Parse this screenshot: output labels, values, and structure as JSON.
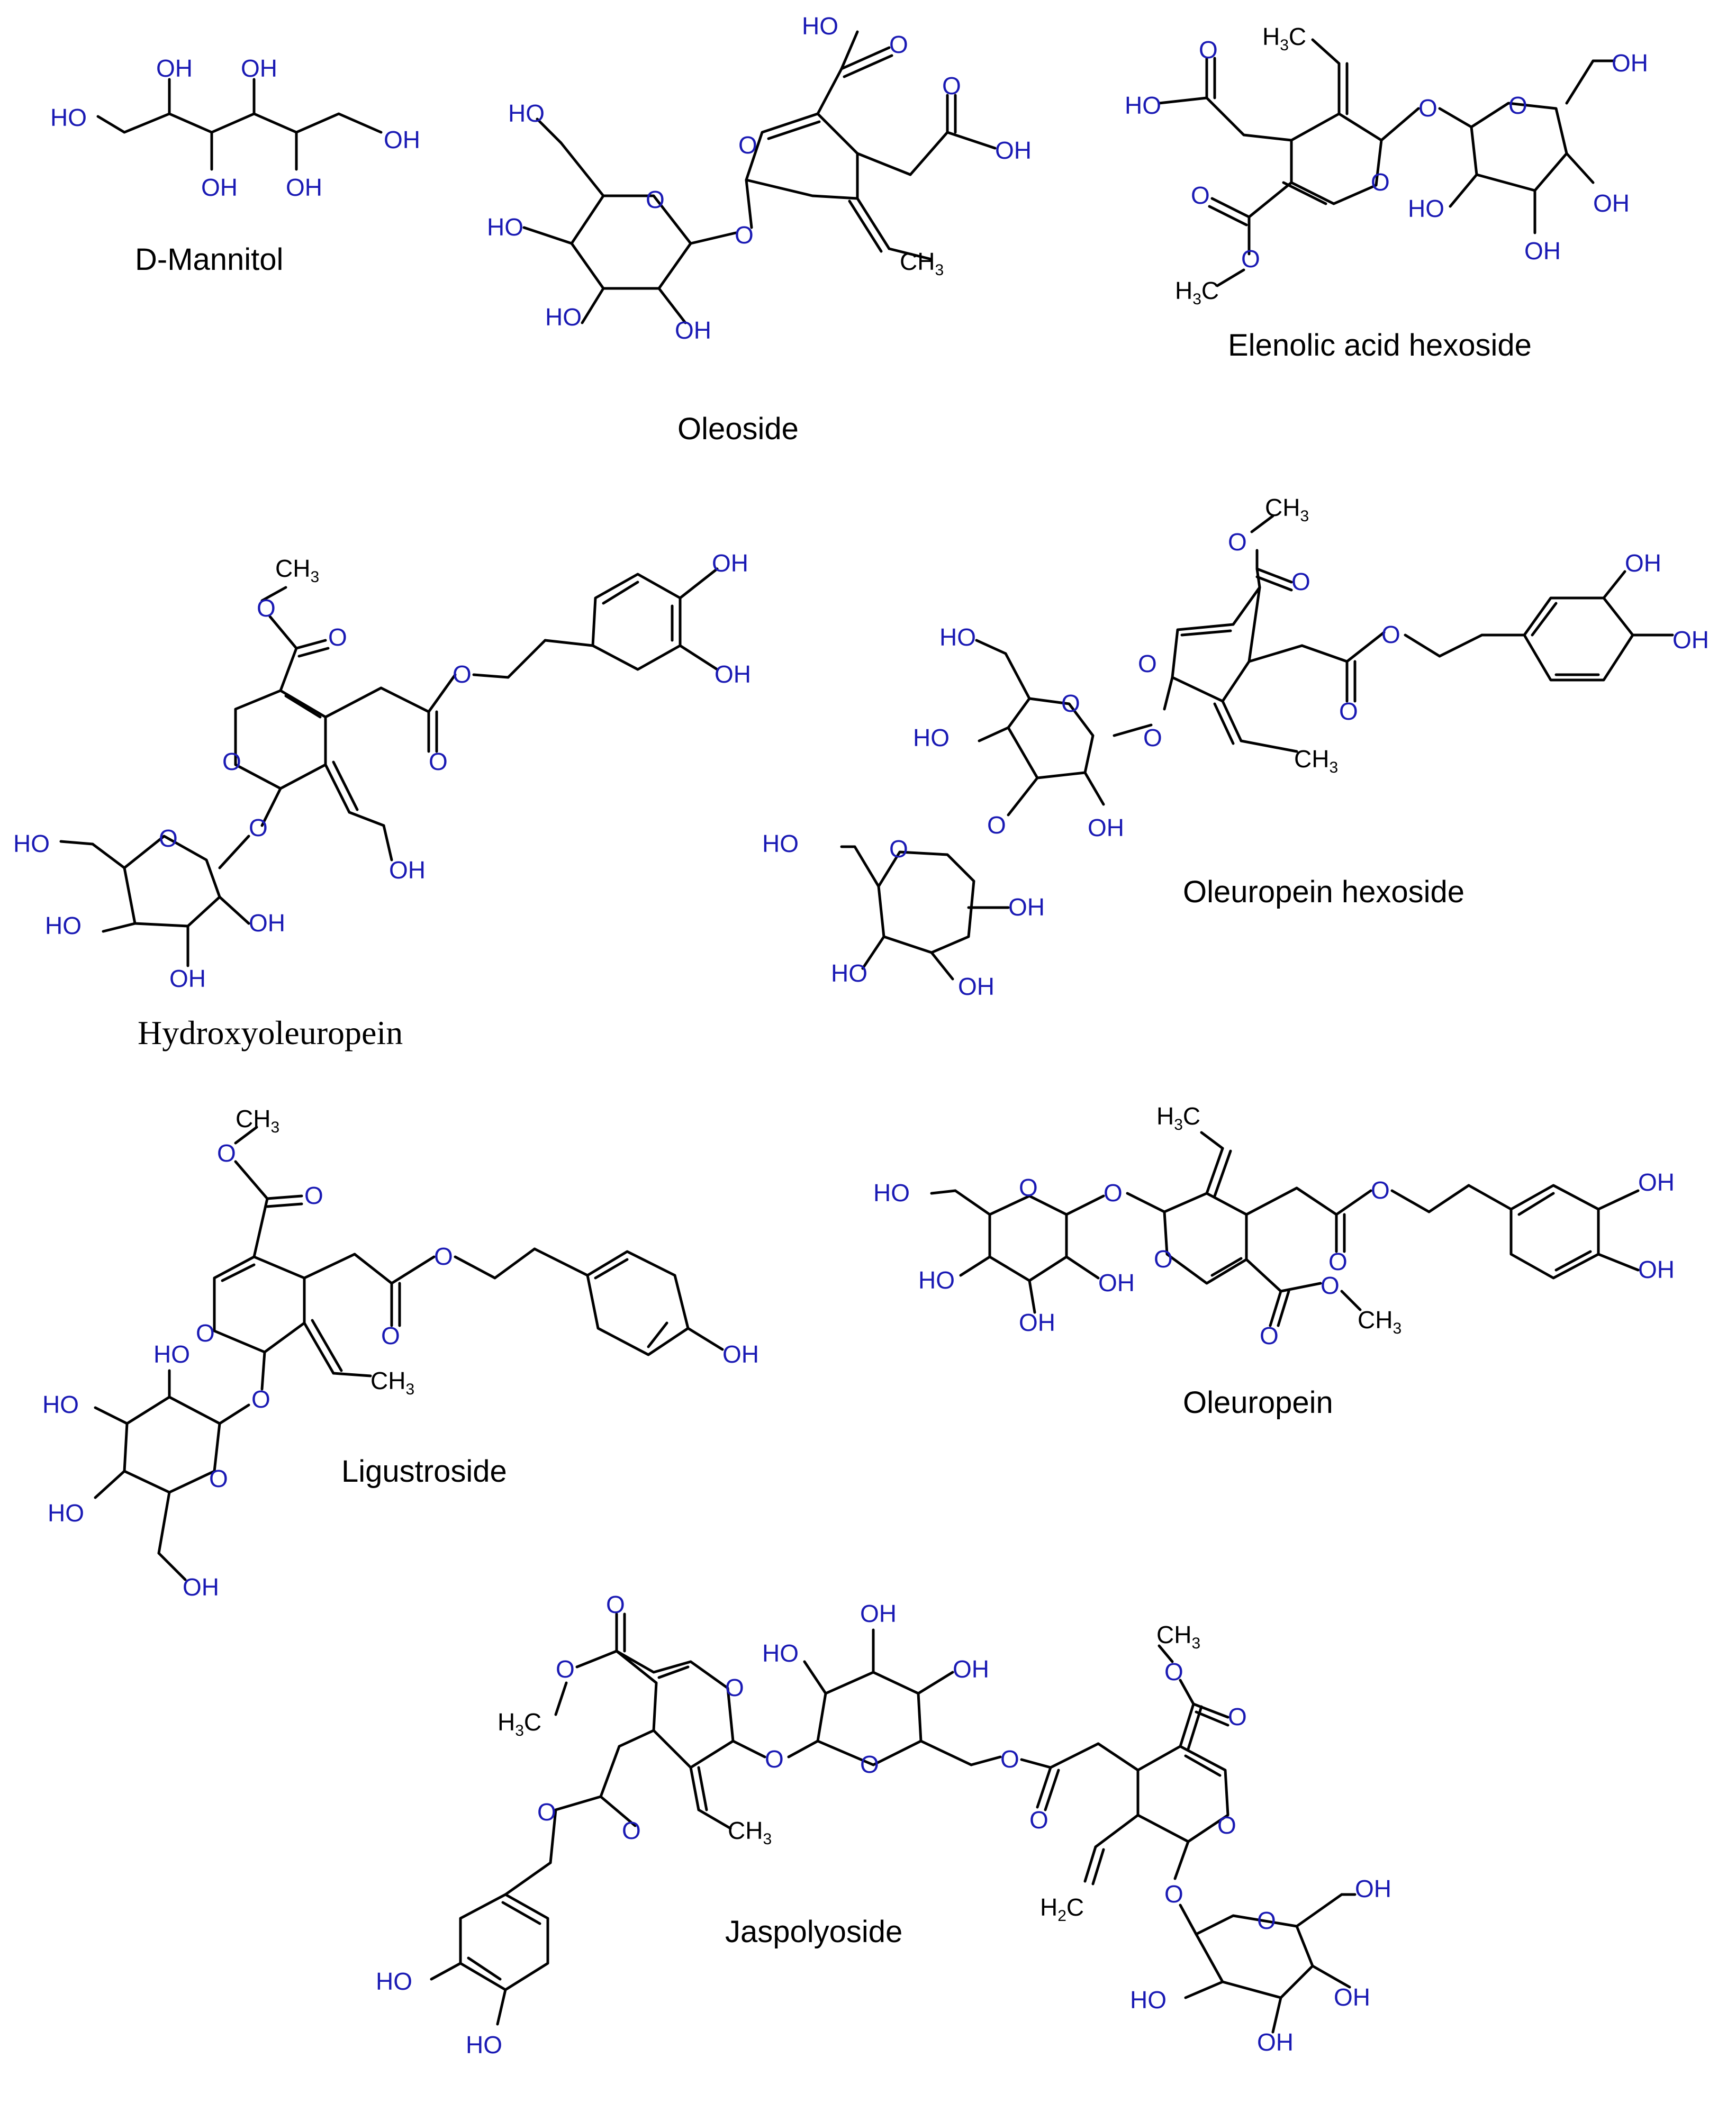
{
  "figure": {
    "compounds": [
      {
        "id": "d-mannitol",
        "name": "D-Mannitol"
      },
      {
        "id": "oleoside",
        "name": "Oleoside"
      },
      {
        "id": "elenolic-acid-hexoside",
        "name": "Elenolic acid hexoside"
      },
      {
        "id": "hydroxyoleuropein",
        "name": "Hydroxyoleuropein"
      },
      {
        "id": "oleuropein-hexoside",
        "name": "Oleuropein hexoside"
      },
      {
        "id": "ligustroside",
        "name": "Ligustroside"
      },
      {
        "id": "oleuropein",
        "name": "Oleuropein"
      },
      {
        "id": "jaspolyoside",
        "name": "Jaspolyoside"
      }
    ],
    "atom_labels": {
      "OH": "OH",
      "HO": "HO",
      "O": "O",
      "CH": "CH",
      "H": "H",
      "C": "C",
      "3": "3",
      "2": "2"
    },
    "colors": {
      "heteroatom": "#1a1ab4",
      "bond": "#000000"
    }
  }
}
